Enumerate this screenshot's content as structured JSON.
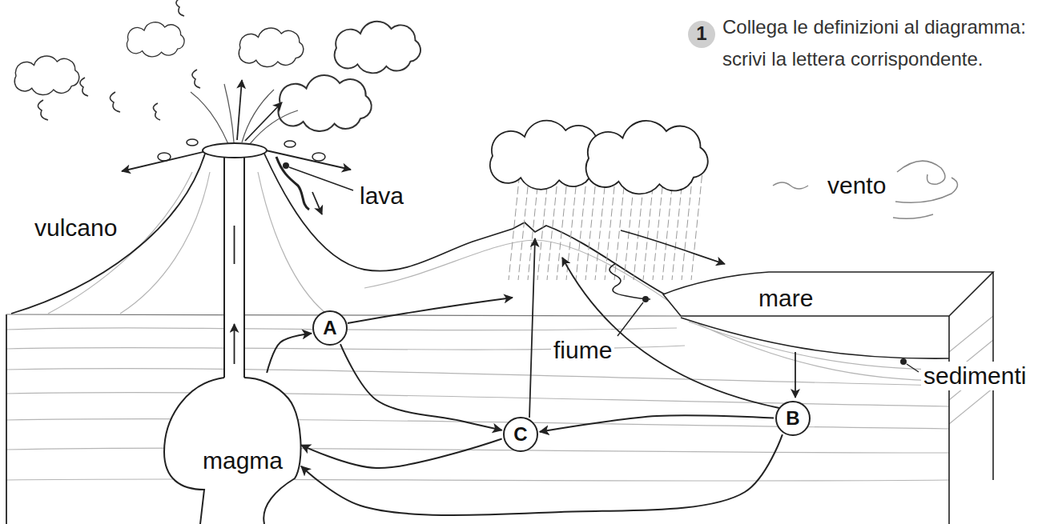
{
  "diagram": {
    "title": "Collega le definizioni al diagramma: scrivi la lettera corrispondente.",
    "nodes": [
      {
        "text": [
          "A"
        ]
      },
      {
        "text": [
          "B"
        ]
      },
      {
        "text": [
          "C"
        ]
      },
      {
        "text": [
          "magma"
        ]
      }
    ],
    "edges": [
      {
        "from": 0,
        "to": 2,
        "arrow": "to"
      },
      {
        "from": 1,
        "to": 2,
        "arrow": "to"
      },
      {
        "from": 2,
        "to": 3,
        "arrow": "to"
      },
      {
        "from": 1,
        "to": 3,
        "arrow": "to"
      },
      {
        "from": 3,
        "to": 0,
        "arrow": "to"
      }
    ],
    "labels": [
      "1",
      "vulcano",
      "lava",
      "vento",
      "mare",
      "fiume",
      "sedimenti"
    ]
  }
}
